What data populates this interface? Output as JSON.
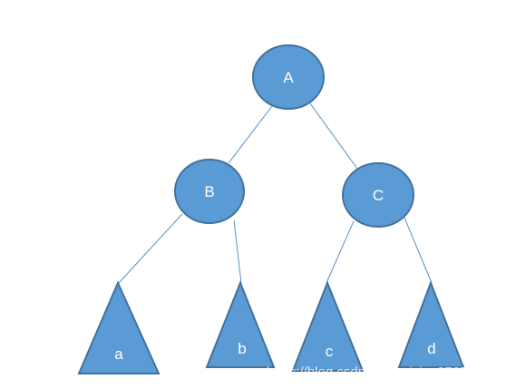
{
  "diagram": {
    "nodes": {
      "A": "A",
      "B": "B",
      "C": "C",
      "a": "a",
      "b": "b",
      "c": "c",
      "d": "d"
    },
    "colors": {
      "fill": "#5b9bd5",
      "stroke": "#41719c",
      "edge": "#5b8fc9",
      "label": "#ffffff"
    }
  },
  "watermark": "https://blog.csdn.net/weixin_37373020"
}
